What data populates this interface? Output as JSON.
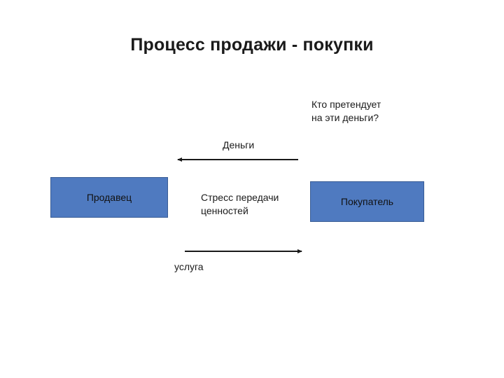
{
  "slide": {
    "title": "Процесс продажи - покупки"
  },
  "seller": {
    "label": "Продавец"
  },
  "buyer": {
    "label": "Покупатель"
  },
  "labels": {
    "claim": "Кто претендует\nна эти деньги?",
    "money": "Деньги",
    "stress": "Стресс передачи\nценностей",
    "service": "услуга"
  },
  "colors": {
    "box_fill": "#4f7ac0",
    "box_border": "#3a5d95",
    "arrow": "#1a1a1a"
  }
}
